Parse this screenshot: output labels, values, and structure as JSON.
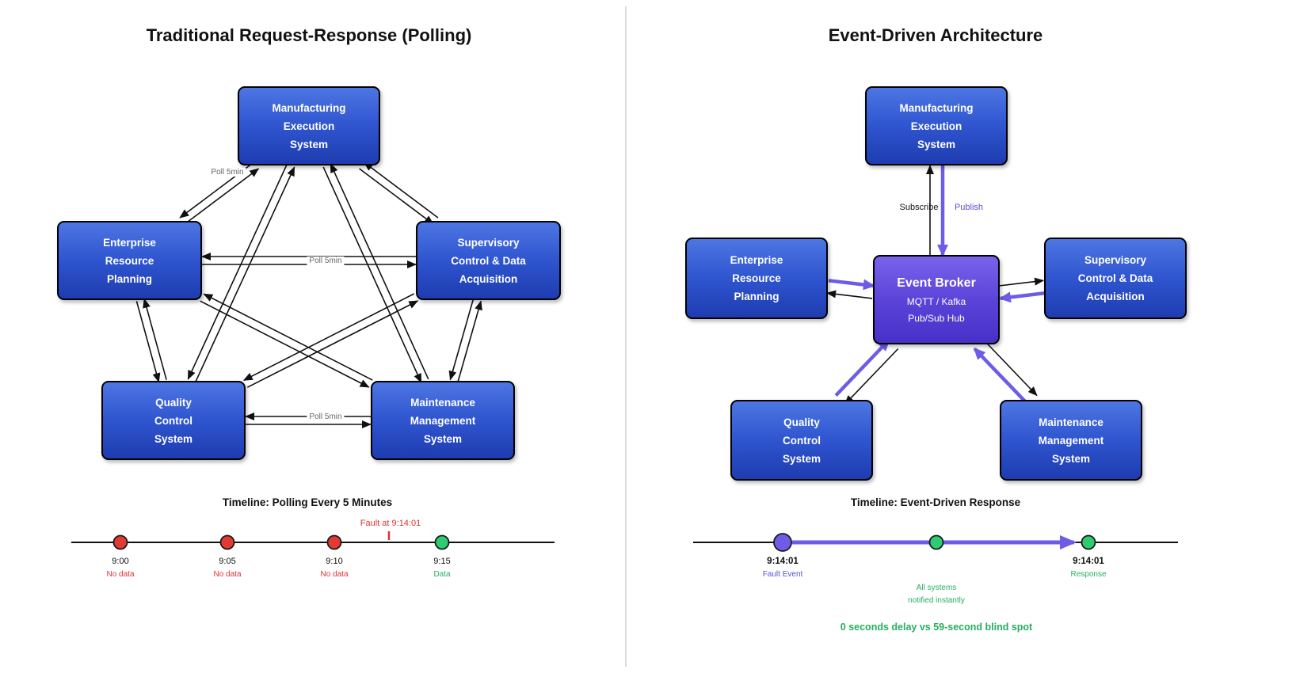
{
  "left_panel": {
    "title": "Traditional Request-Response (Polling)",
    "nodes": {
      "mes": {
        "lines": [
          "Manufacturing",
          "Execution",
          "System"
        ]
      },
      "erp": {
        "lines": [
          "Enterprise",
          "Resource",
          "Planning"
        ]
      },
      "scada": {
        "lines": [
          "Supervisory",
          "Control & Data",
          "Acquisition"
        ]
      },
      "qcs": {
        "lines": [
          "Quality",
          "Control",
          "System"
        ]
      },
      "mms": {
        "lines": [
          "Maintenance",
          "Management",
          "System"
        ]
      }
    },
    "poll_labels": [
      "Poll 5min",
      "Poll 5min",
      "Poll 5min"
    ],
    "timeline": {
      "title": "Timeline: Polling Every 5 Minutes",
      "fault_annotation": "Fault at 9:14:01",
      "points": [
        {
          "time": "9:00",
          "status": "No data"
        },
        {
          "time": "9:05",
          "status": "No data"
        },
        {
          "time": "9:10",
          "status": "No data"
        },
        {
          "time": "9:15",
          "status": "Data"
        }
      ]
    }
  },
  "right_panel": {
    "title": "Event-Driven Architecture",
    "broker": {
      "title": "Event Broker",
      "subtitle_1": "MQTT / Kafka",
      "subtitle_2": "Pub/Sub Hub"
    },
    "nodes": {
      "mes": {
        "lines": [
          "Manufacturing",
          "Execution",
          "System"
        ]
      },
      "erp": {
        "lines": [
          "Enterprise",
          "Resource",
          "Planning"
        ]
      },
      "scada": {
        "lines": [
          "Supervisory",
          "Control & Data",
          "Acquisition"
        ]
      },
      "qcs": {
        "lines": [
          "Quality",
          "Control",
          "System"
        ]
      },
      "mms": {
        "lines": [
          "Maintenance",
          "Management",
          "System"
        ]
      }
    },
    "arrow_labels": {
      "subscribe": "Subscribe",
      "publish": "Publish"
    },
    "timeline": {
      "title": "Timeline: Event-Driven Response",
      "start_point": {
        "time": "9:14:01",
        "label": "Fault Event"
      },
      "end_point": {
        "time": "9:14:01",
        "label": "Response"
      },
      "note_lines": [
        "All systems",
        "notified instantly"
      ],
      "summary": "0 seconds delay vs 59-second blind spot"
    }
  },
  "colors": {
    "node_blue_top": "#4d76e3",
    "node_blue_bottom": "#1e3cb0",
    "broker_purple_top": "#7a63ea",
    "broker_purple_bottom": "#4630c8",
    "event_purple": "#6e5be8",
    "fault_red": "#e23a32",
    "ok_green": "#2ecc71",
    "text_green": "#27ae60",
    "text_red": "#e03131",
    "text_purple": "#5a4fd4"
  }
}
